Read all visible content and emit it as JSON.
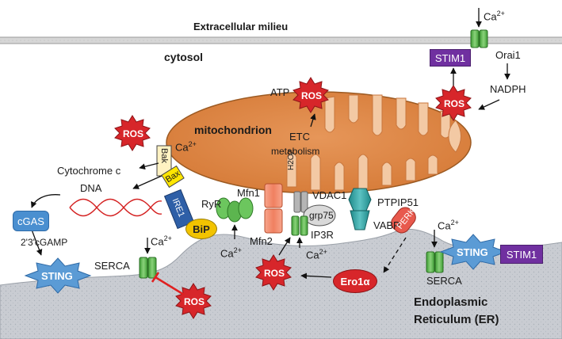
{
  "labels": {
    "extracellular": "Extracellular milieu",
    "cytosol": "cytosol",
    "atp": "ATP",
    "mitochondrion": "mitochondrion",
    "etc": "ETC",
    "metabolism": "metabolism",
    "h2o2": "H2O2",
    "cytochrome_c": "Cytochrome c",
    "dna": "DNA",
    "cgamp": "2'3'cGAMP",
    "serca_left": "SERCA",
    "serca_right": "SERCA",
    "ryr": "RyR",
    "mfn1": "Mfn1",
    "mfn2": "Mfn2",
    "vdac1": "VDAC1",
    "grp75": "grp75",
    "ip3r": "IP3R",
    "ptpip51": "PTPIP51",
    "vabp": "VABP",
    "orai1": "Orai1",
    "nadph": "NADPH",
    "er_line1": "Endoplasmic",
    "er_line2": "Reticulum (ER)",
    "bak": "Bak",
    "bax": "Bax",
    "ire1": "IRE1",
    "perk": "PERK"
  },
  "ca": {
    "base": "Ca",
    "charge": "2+"
  },
  "boxes": {
    "stim_top": "STIM1",
    "stim_right": "STIM1",
    "cgas": "cGAS",
    "bip": "BiP",
    "ero": "Ero1α"
  },
  "sting": {
    "left": "STING",
    "right": "STING"
  },
  "ros": "ROS",
  "icons": [
    "ros-burst-icon",
    "sting-star-icon",
    "calcium-channel-icon",
    "ryr-channel-icon",
    "dna-helix-icon",
    "inhibition-icon"
  ],
  "colors": {
    "membrane": "#c4c4c6",
    "mito_fill": "#dd8a4a",
    "mito_crista": "#f3c9a4",
    "ros_red": "#d7262a",
    "sting_blue": "#5b9bd5",
    "stim_purple": "#7030a0",
    "channel_green": "#58b94a",
    "mfn_orange": "#f08a6a",
    "ptpip_teal": "#34a5a5",
    "perk_red": "#e8594d",
    "inhibition_red": "#e02020"
  }
}
